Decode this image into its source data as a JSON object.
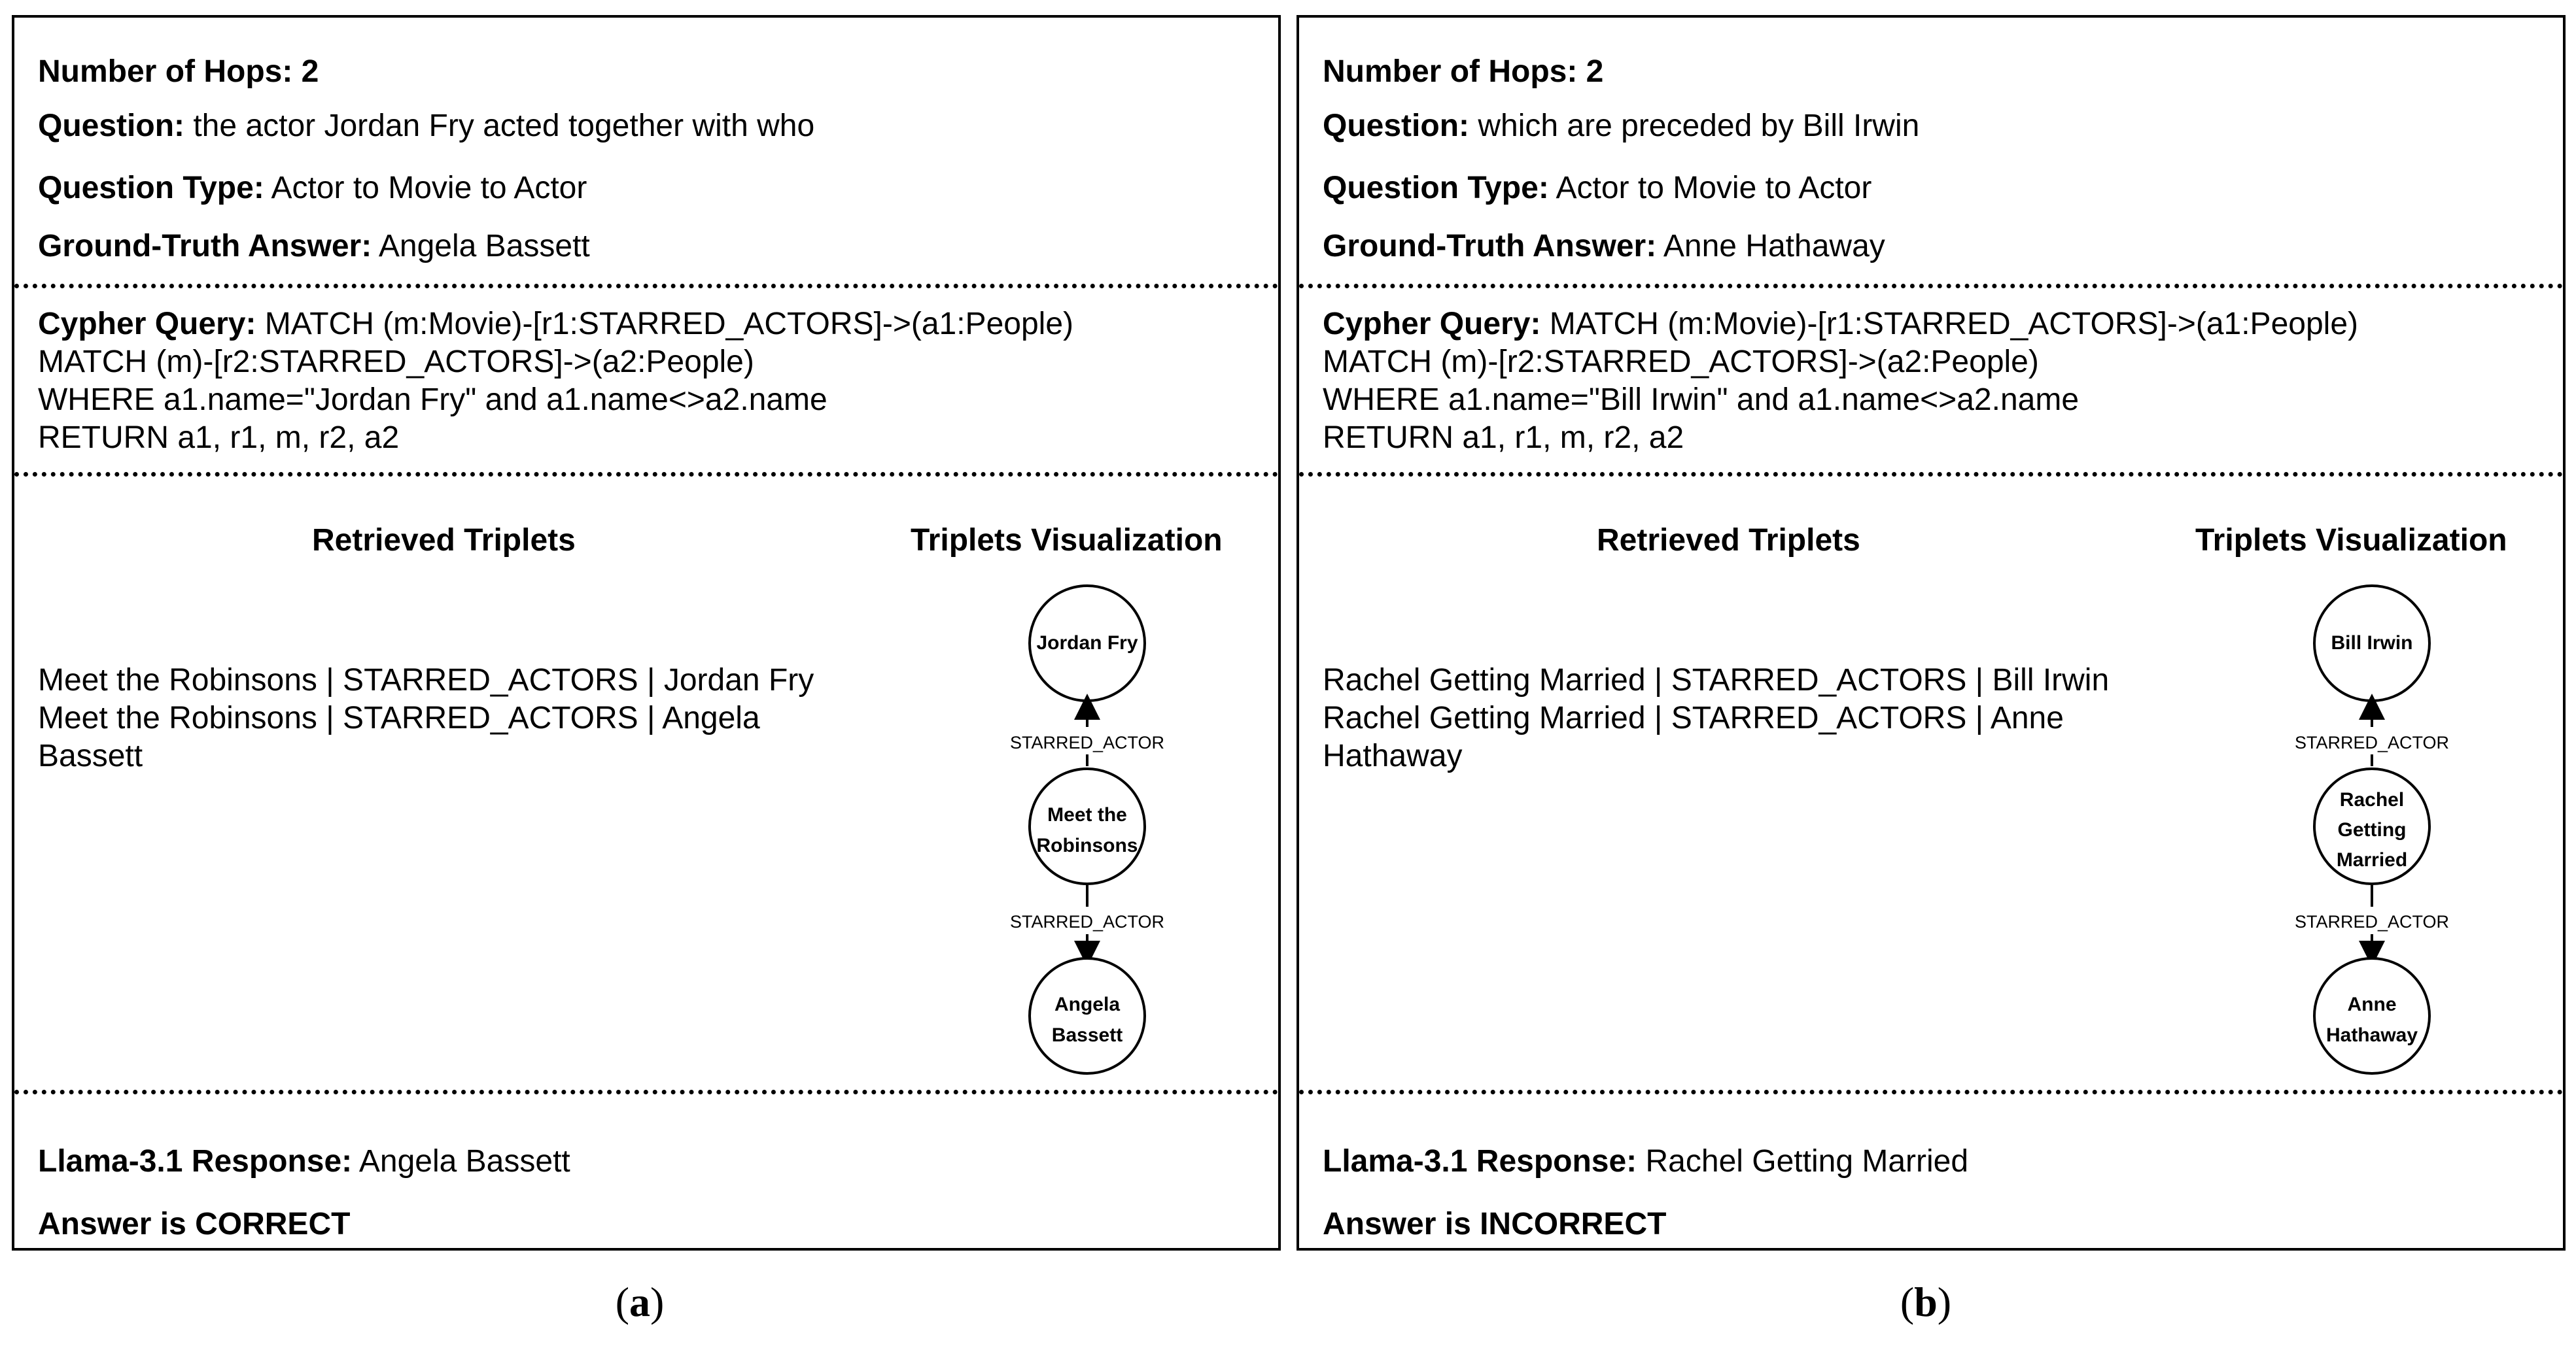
{
  "panels": [
    {
      "caption_letter": "a",
      "hops_label": "Number of Hops: 2",
      "question_label": "Question:",
      "question": "the actor Jordan Fry acted together with who",
      "type_label": "Question Type:",
      "question_type": "Actor to Movie to Actor",
      "gt_label": "Ground-Truth Answer:",
      "ground_truth": "Angela Bassett",
      "cypher_label": "Cypher Query:",
      "cypher_lines": [
        "MATCH (m:Movie)-[r1:STARRED_ACTORS]->(a1:People)",
        "MATCH (m)-[r2:STARRED_ACTORS]->(a2:People)",
        "WHERE a1.name=\"Jordan Fry\" and a1.name<>a2.name",
        "RETURN a1, r1, m, r2, a2"
      ],
      "retrieved_heading": "Retrieved Triplets",
      "viz_heading": "Triplets Visualization",
      "triplet_lines": [
        "Meet the Robinsons | STARRED_ACTORS | Jordan Fry",
        "Meet the Robinsons | STARRED_ACTORS | Angela",
        "Bassett"
      ],
      "graph": {
        "top_node": [
          "Jordan Fry"
        ],
        "mid_node": [
          "Meet the",
          "Robinsons"
        ],
        "bottom_node": [
          "Angela",
          "Bassett"
        ],
        "edge_top": "STARRED_ACTOR",
        "edge_bottom": "STARRED_ACTOR"
      },
      "response_label": "Llama-3.1 Response:",
      "response": "Angela Bassett",
      "verdict": "Answer is CORRECT"
    },
    {
      "caption_letter": "b",
      "hops_label": "Number of Hops: 2",
      "question_label": "Question:",
      "question": "which are preceded by Bill Irwin",
      "type_label": "Question Type:",
      "question_type": "Actor to Movie to Actor",
      "gt_label": "Ground-Truth Answer:",
      "ground_truth": "Anne Hathaway",
      "cypher_label": "Cypher Query:",
      "cypher_lines": [
        "MATCH (m:Movie)-[r1:STARRED_ACTORS]->(a1:People)",
        "MATCH (m)-[r2:STARRED_ACTORS]->(a2:People)",
        "WHERE a1.name=\"Bill Irwin\" and a1.name<>a2.name",
        "RETURN a1, r1, m, r2, a2"
      ],
      "retrieved_heading": "Retrieved Triplets",
      "viz_heading": "Triplets Visualization",
      "triplet_lines": [
        "Rachel Getting Married | STARRED_ACTORS | Bill Irwin",
        "Rachel Getting Married | STARRED_ACTORS | Anne",
        "Hathaway"
      ],
      "graph": {
        "top_node": [
          "Bill Irwin"
        ],
        "mid_node": [
          "Rachel",
          "Getting",
          "Married"
        ],
        "bottom_node": [
          "Anne",
          "Hathaway"
        ],
        "edge_top": "STARRED_ACTOR",
        "edge_bottom": "STARRED_ACTOR"
      },
      "response_label": "Llama-3.1 Response:",
      "response": "Rachel Getting Married",
      "verdict": "Answer is INCORRECT"
    }
  ]
}
